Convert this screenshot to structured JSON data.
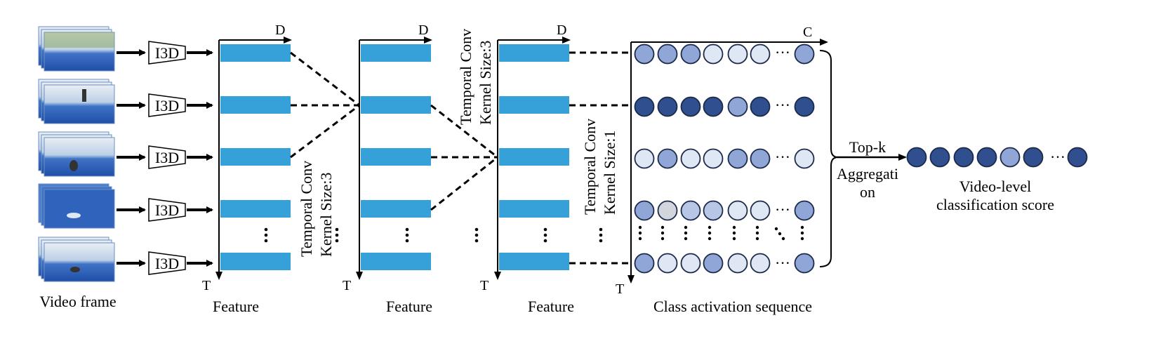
{
  "encoder_label": "I3D",
  "axis_labels": {
    "D": "D",
    "T": "T",
    "C": "C"
  },
  "ellipsis": "···",
  "captions": {
    "video_frame": "Video frame",
    "feature": "Feature",
    "class_activation_sequence": "Class activation sequence",
    "video_level_line1": "Video-level",
    "video_level_line2": "classification score"
  },
  "conv1": {
    "line1": "Temporal Conv",
    "line2": "Kernel Size:3"
  },
  "conv2": {
    "line1": "Temporal Conv",
    "line2": "Kernel Size:3"
  },
  "conv3": {
    "line1": "Temporal Conv",
    "line2": "Kernel Size:1"
  },
  "topk": {
    "line1": "Top-k",
    "line2": "Aggregati",
    "line3": "on"
  },
  "colors": {
    "feature_bar": "#36a0d8",
    "circle_stroke": "#1c2a4a",
    "level_1": "#dfe6f4",
    "level_2": "#b7c6e4",
    "level_3": "#8fa6d6",
    "level_4": "#2f4f8f",
    "gray": "#d2d6dc"
  },
  "activation_levels": [
    [
      3,
      3,
      3,
      1,
      1,
      1,
      3
    ],
    [
      4,
      4,
      4,
      4,
      3,
      4,
      4
    ],
    [
      1,
      3,
      1,
      1,
      3,
      3,
      1
    ],
    [
      3,
      0,
      2,
      2,
      1,
      1,
      3
    ],
    [
      3,
      1,
      1,
      3,
      1,
      1,
      3
    ]
  ],
  "score_levels": [
    4,
    4,
    4,
    4,
    3,
    4,
    4
  ]
}
